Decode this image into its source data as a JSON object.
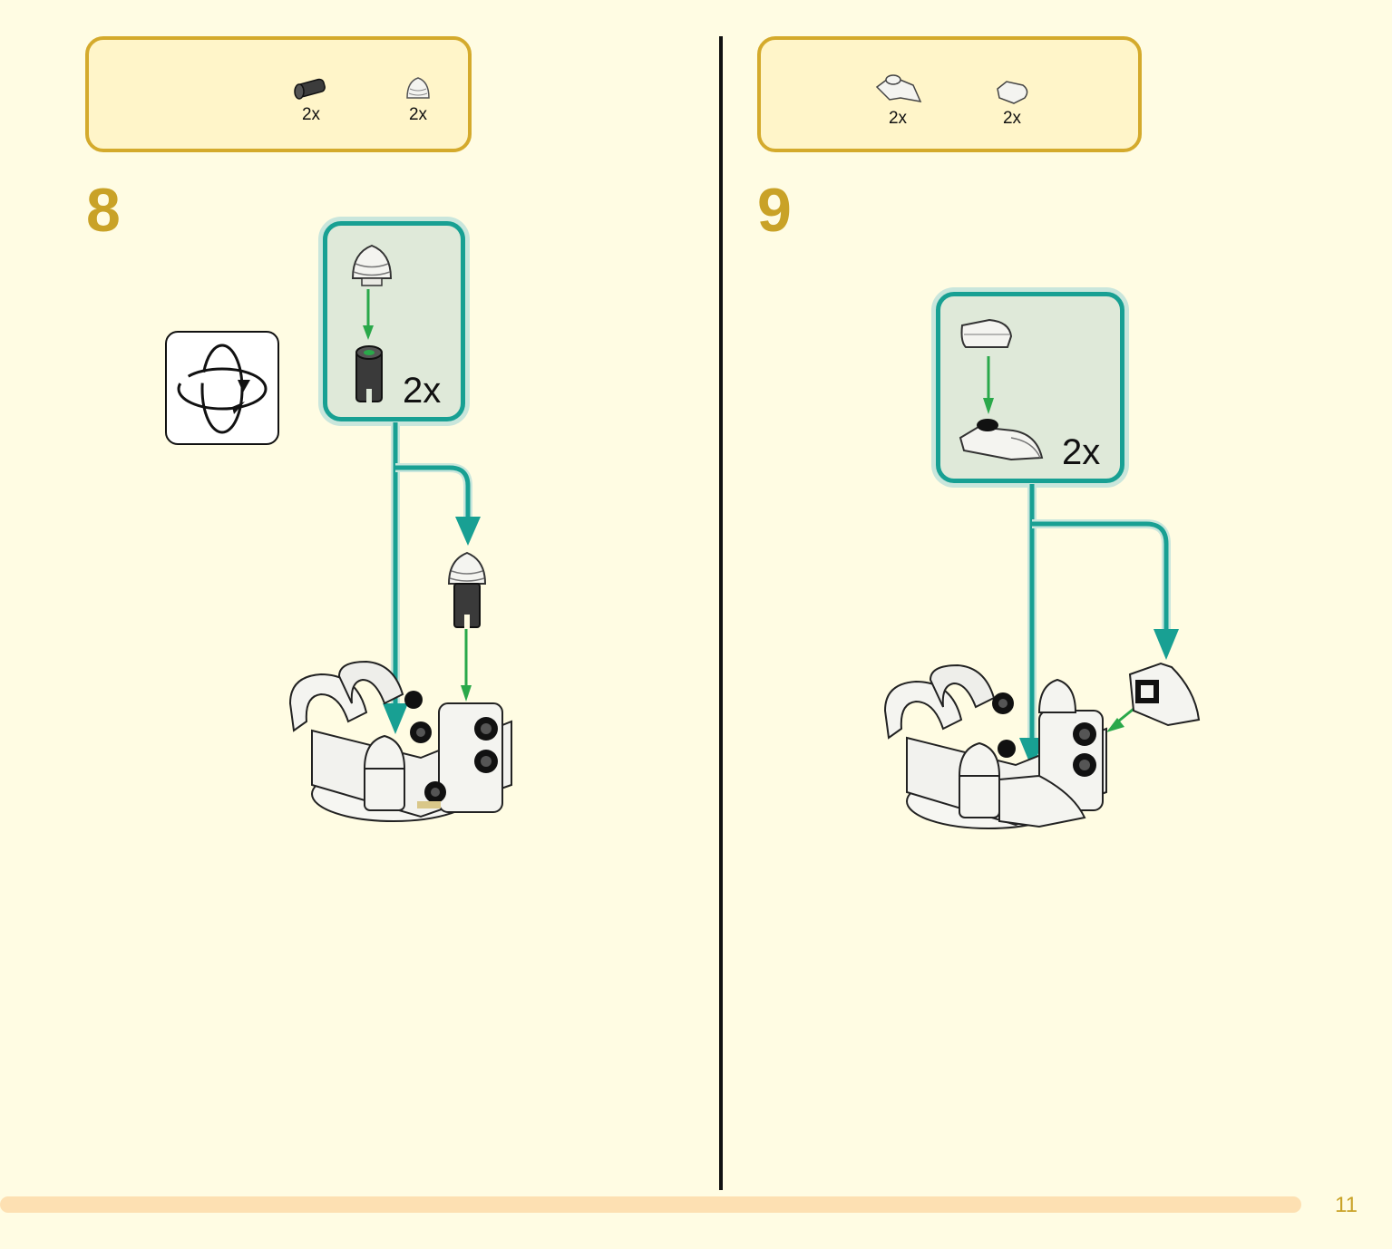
{
  "page_number": "11",
  "steps": [
    {
      "number": "8",
      "parts": [
        {
          "icon": "dark-gray-pin-connector-icon",
          "qty": "2x"
        },
        {
          "icon": "white-round-cone-piece-icon",
          "qty": "2x"
        }
      ],
      "callout_qty": "2x",
      "rotate_icon": "rotate-model-icon"
    },
    {
      "number": "9",
      "parts": [
        {
          "icon": "white-plate-with-curved-tip-icon",
          "qty": "2x"
        },
        {
          "icon": "white-rounded-tile-icon",
          "qty": "2x"
        }
      ],
      "callout_qty": "2x"
    }
  ],
  "colors": {
    "background": "#fffce3",
    "parts_box_border": "#d4aa2c",
    "step_number": "#c9a227",
    "callout_border": "#18a093",
    "assembly_arrow": "#2aa84a",
    "progress_bar": "#fde0b2"
  }
}
